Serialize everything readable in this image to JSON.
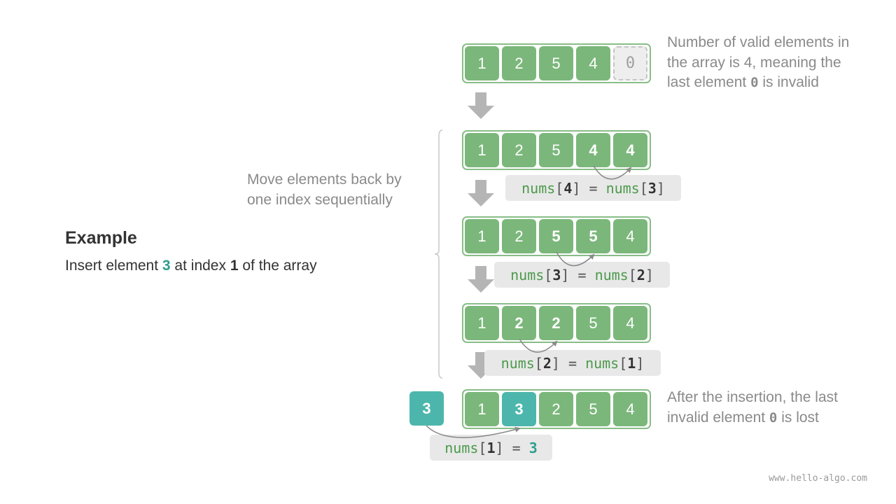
{
  "example": {
    "title": "Example",
    "subtitle_parts": [
      "Insert element ",
      "3",
      " at index ",
      "1",
      " of the array"
    ]
  },
  "notes": {
    "top": [
      "Number of valid elements in",
      "the array is 4, meaning the",
      "last element ",
      "0",
      " is invalid"
    ],
    "move": [
      "Move elements back by",
      "one index sequentially"
    ],
    "bottom": [
      "After the insertion, the last",
      "invalid element ",
      "0",
      " is lost"
    ]
  },
  "arrays": [
    {
      "cells": [
        "1",
        "2",
        "5",
        "4",
        "0"
      ],
      "invalid_index": 4
    },
    {
      "cells": [
        "1",
        "2",
        "5",
        "4",
        "4"
      ],
      "bold_indexes": [
        3,
        4
      ]
    },
    {
      "cells": [
        "1",
        "2",
        "5",
        "5",
        "4"
      ],
      "bold_indexes": [
        2,
        3
      ]
    },
    {
      "cells": [
        "1",
        "2",
        "2",
        "5",
        "4"
      ],
      "bold_indexes": [
        1,
        2
      ]
    },
    {
      "cells": [
        "1",
        "3",
        "2",
        "5",
        "4"
      ],
      "teal_indexes": [
        1
      ]
    }
  ],
  "insert_value": "3",
  "code_steps": [
    {
      "lhs": "nums",
      "lidx": "4",
      "op": "=",
      "rhs": "nums",
      "ridx": "3"
    },
    {
      "lhs": "nums",
      "lidx": "3",
      "op": "=",
      "rhs": "nums",
      "ridx": "2"
    },
    {
      "lhs": "nums",
      "lidx": "2",
      "op": "=",
      "rhs": "nums",
      "ridx": "1"
    },
    {
      "lhs": "nums",
      "lidx": "1",
      "op": "=",
      "rhs_value": "3"
    }
  ],
  "footer": "www.hello-algo.com",
  "colors": {
    "cell_green": "#7bb77b",
    "border_green": "#88bd88",
    "teal": "#4db6ac",
    "code_green": "#4c9a4c",
    "arrow_gray": "#b5b5b5",
    "note_gray": "#8a8a8a"
  }
}
